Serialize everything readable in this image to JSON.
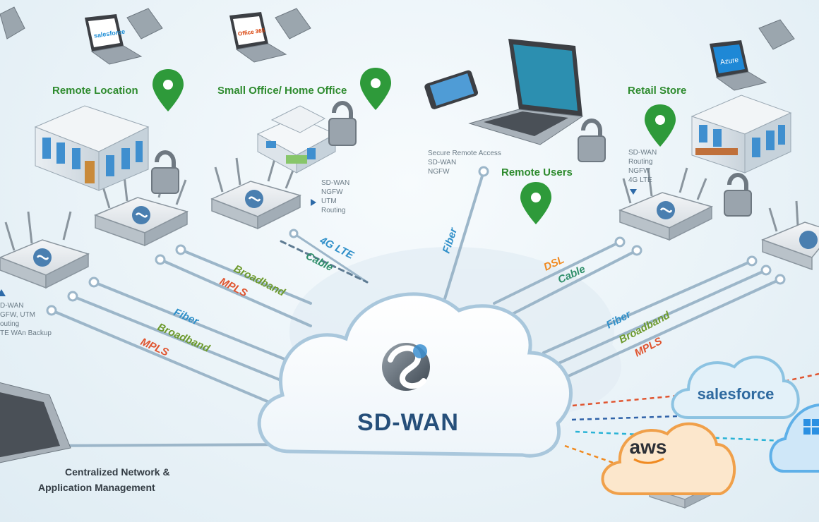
{
  "sites": {
    "remote_location": "Remote Location",
    "small_office": "Small Office/ Home Office",
    "remote_users": "Remote Users",
    "retail_store": "Retail Store"
  },
  "feature_lists": {
    "soho": [
      "SD-WAN",
      "NGFW",
      "UTM",
      "Routing"
    ],
    "remote_users": [
      "Secure Remote Access",
      "SD-WAN",
      "NGFW"
    ],
    "retail": [
      "SD-WAN",
      "Routing",
      "NGFW",
      "4G LTE"
    ],
    "left_edge": [
      "D-WAN",
      "GFW, UTM",
      "outing",
      "TE WAn Backup"
    ]
  },
  "links": {
    "fiber": "Fiber",
    "broadband": "Broadband",
    "mpls": "MPLS",
    "lte": "4G LTE",
    "cable": "Cable",
    "dsl": "DSL"
  },
  "link_colors": {
    "fiber": "#2f8fc9",
    "broadband": "#6d9a2d",
    "mpls": "#e0542f",
    "cable": "#2f8f6a",
    "dsl": "#f08a20",
    "lte": "#2f8fc9"
  },
  "center": {
    "label": "SD-WAN"
  },
  "management": {
    "line1": "Centralized Network &",
    "line2": "Application Management"
  },
  "cloud_services": {
    "salesforce": "salesforce",
    "aws": "aws"
  },
  "screen_labels": {
    "salesforce": "salesforce",
    "office": "Office 365",
    "azure": "Azure"
  }
}
